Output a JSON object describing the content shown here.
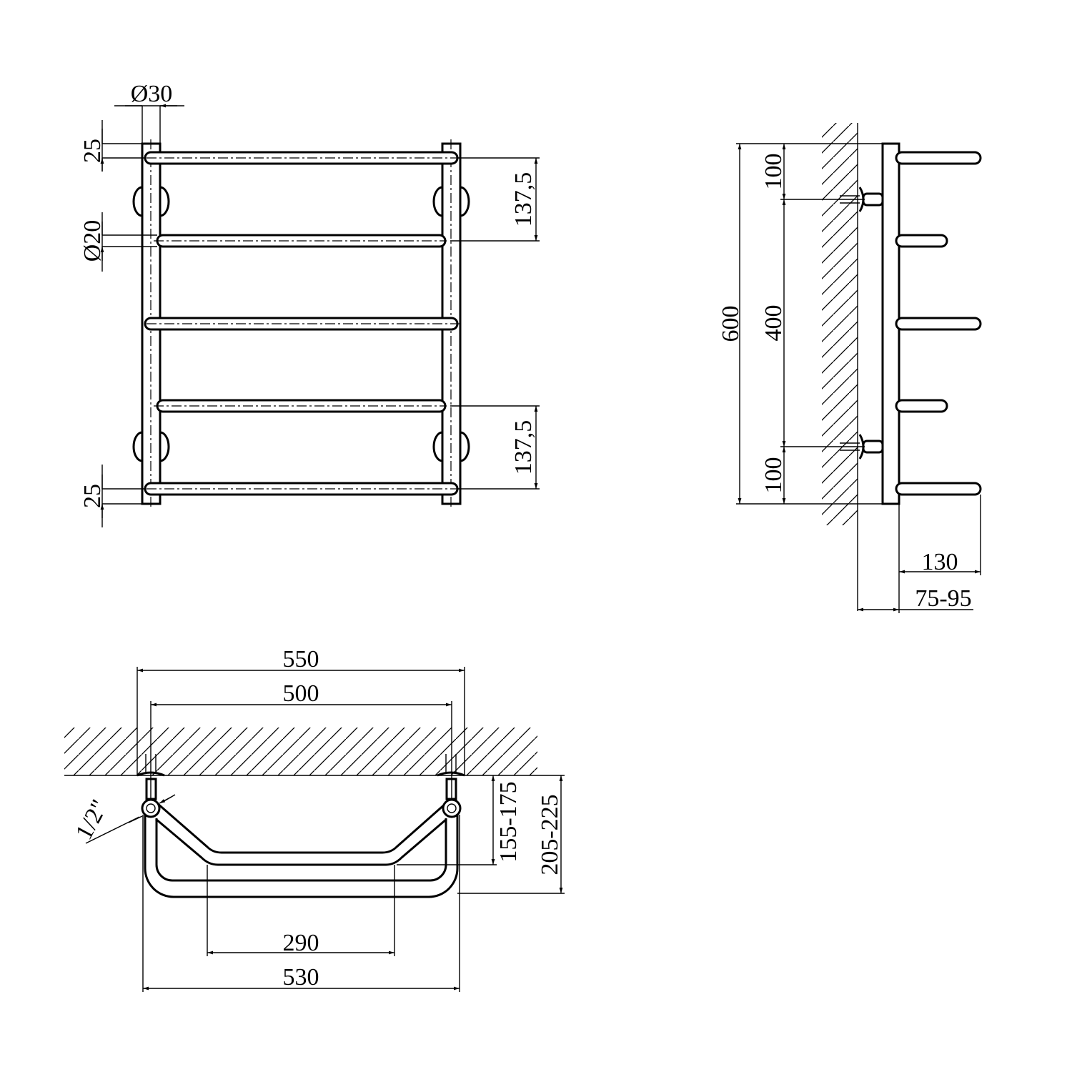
{
  "front_view": {
    "dia_post": "Ø30",
    "top_offset": "25",
    "dia_rail": "Ø20",
    "spacing_top": "137,5",
    "spacing_bottom": "137,5",
    "bottom_offset": "25"
  },
  "side_view": {
    "height_total": "600",
    "top_to_bracket": "100",
    "bracket_spacing": "400",
    "bracket_to_bottom": "100",
    "depth": "130",
    "wall_gap": "75-95"
  },
  "top_view": {
    "width_outer": "550",
    "width_centers": "500",
    "connection": "1/2\"",
    "depth_inner": "155-175",
    "depth_outer": "205-225",
    "inner_width": "290",
    "width_bottom": "530"
  },
  "colors": {
    "line": "#000000",
    "background": "#ffffff"
  }
}
